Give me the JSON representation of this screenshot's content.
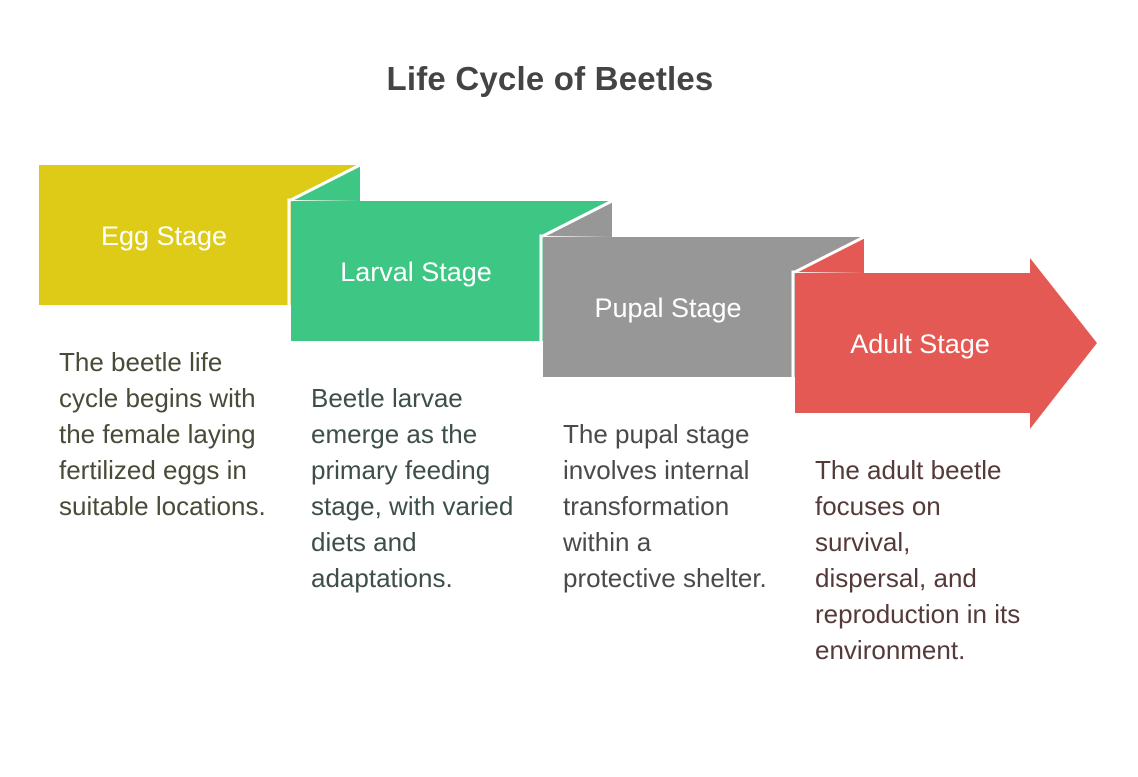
{
  "title": "Life Cycle of Beetles",
  "stages": [
    {
      "label": "Egg Stage",
      "color": "#DECB17",
      "text_color": "#4A4A38",
      "description": "The beetle life cycle begins with the female laying fertilized eggs in suitable locations."
    },
    {
      "label": "Larval Stage",
      "color": "#3EC784",
      "text_color": "#3D4F48",
      "description": "Beetle larvae emerge as the primary feeding stage, with varied diets and adaptations."
    },
    {
      "label": "Pupal Stage",
      "color": "#979797",
      "text_color": "#4A4A4A",
      "description": "The pupal stage involves internal transformation within a protective shelter."
    },
    {
      "label": "Adult Stage",
      "color": "#E45953",
      "text_color": "#553A3A",
      "description": "The adult beetle focuses on survival, dispersal, and reproduction in its environment."
    }
  ]
}
